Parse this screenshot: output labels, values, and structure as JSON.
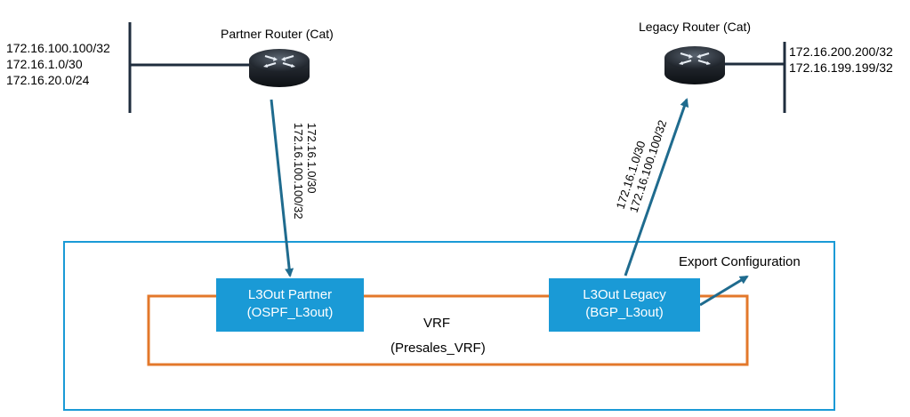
{
  "colors": {
    "container": "#1a9ad6",
    "vrf_loop": "#e3782b",
    "arrow": "#1f6b8e",
    "l3out_box": "#1a9ad6",
    "line": "#1f2d3d"
  },
  "icons": {
    "router": "router-icon"
  },
  "partner_router": {
    "title": "Partner Router (Cat)",
    "prefixes": [
      "172.16.100.100/32",
      "172.16.1.0/30",
      "172.16.20.0/24"
    ]
  },
  "legacy_router": {
    "title": "Legacy Router (Cat)",
    "prefixes": [
      "172.16.200.200/32",
      "172.16.199.199/32"
    ]
  },
  "partner_arrow_labels": [
    "172.16.1.0/30",
    "172.16.100.100/32"
  ],
  "legacy_arrow_labels": [
    "172.16.1.0/30",
    "172.16.100.100/32"
  ],
  "l3out_partner": {
    "line1": "L3Out Partner",
    "line2": "(OSPF_L3out)"
  },
  "l3out_legacy": {
    "line1": "L3Out Legacy",
    "line2": "(BGP_L3out)"
  },
  "vrf": {
    "line1": "VRF",
    "line2": "(Presales_VRF)"
  },
  "export_label": "Export Configuration"
}
